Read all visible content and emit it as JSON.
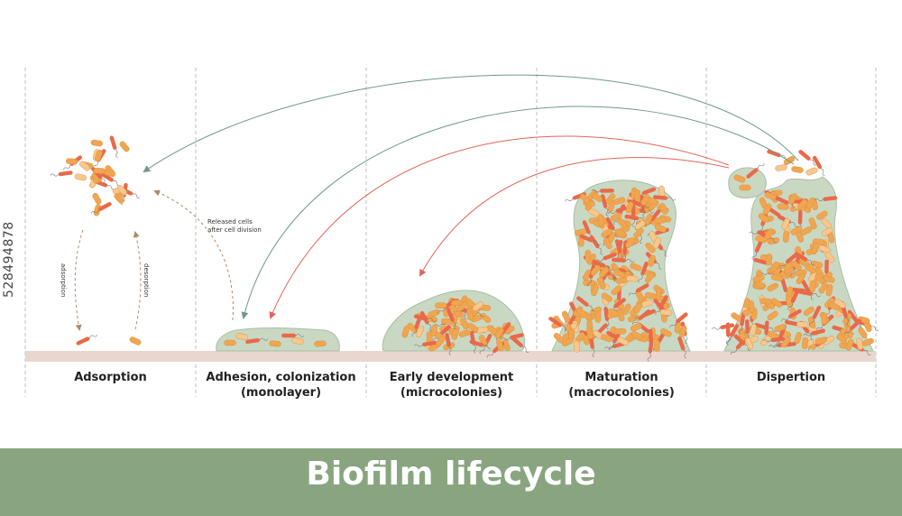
{
  "title": "Biofilm lifecycle",
  "side_id": "528494878",
  "stages": [
    {
      "label": "Adsorption"
    },
    {
      "label": "Adhesion, colonization\n(monolayer)"
    },
    {
      "label": "Early development\n(microcolonies)"
    },
    {
      "label": "Maturation\n(macrocolonies)"
    },
    {
      "label": "Dispertion"
    }
  ],
  "annotations": {
    "adsorption": "adsorption",
    "desorption": "desorption",
    "released": "Released cells\nafter cell division"
  },
  "colors": {
    "matrix": "#c9d8c3",
    "matrix_stroke": "#a9bfa3",
    "cell_orange": "#f0a650",
    "cell_light": "#f7c88e",
    "cell_red": "#e86a4a",
    "surface": "#e9d7cf",
    "arrow_green": "#6f9a8c",
    "arrow_red": "#e0665a",
    "arrow_dashed": "#b08a66",
    "footer": "#88a57f"
  }
}
